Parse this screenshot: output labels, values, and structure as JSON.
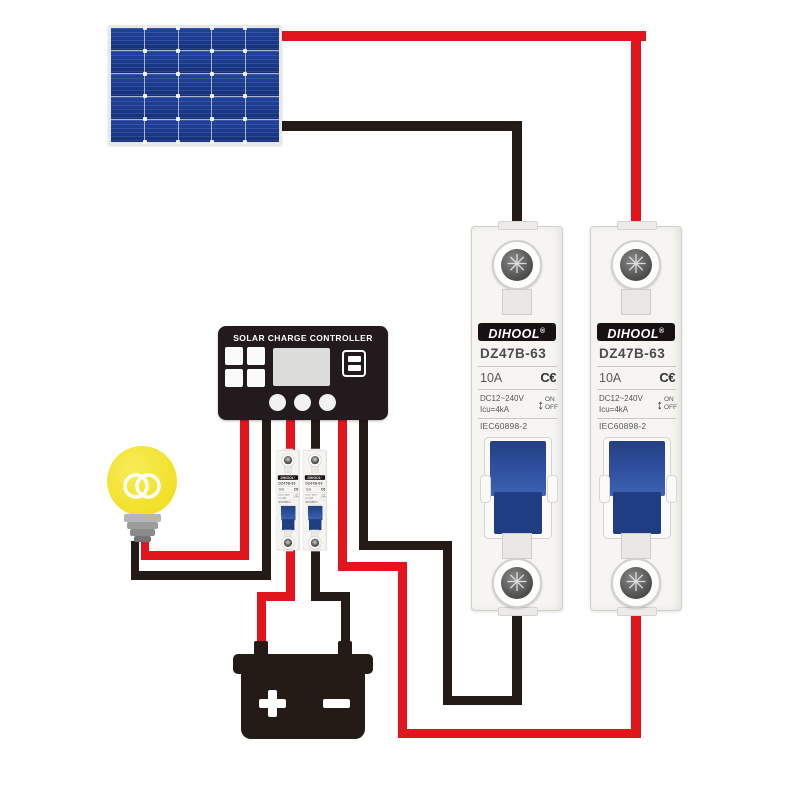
{
  "colors": {
    "wire_red": "#e2151d",
    "wire_black": "#241a16",
    "panel_blue": "#1b3a8d",
    "panel_blue_dark": "#142f77",
    "toggle_blue": "#2c4e9d",
    "toggle_blue_dark": "#1f3d83",
    "controller_black": "#221a1c",
    "battery_black": "#241a16",
    "bulb_yellow": "#f2e22f"
  },
  "solar_panel": {
    "rows": 5,
    "cols": 5
  },
  "controller": {
    "title": "SOLAR CHARGE CONTROLLER"
  },
  "breaker": {
    "brand": "DIHOOL",
    "reg": "®",
    "model": "DZ47B-63",
    "rating": "10A",
    "ce_mark": "C€",
    "voltage": "DC12~240V",
    "icu": "Icu=4kA",
    "arrow": "↕",
    "on": "ON",
    "off": "OFF",
    "standard": "IEC60898-2",
    "screw_glyph": "✳"
  },
  "battery": {
    "positive": "+",
    "negative": "−"
  }
}
